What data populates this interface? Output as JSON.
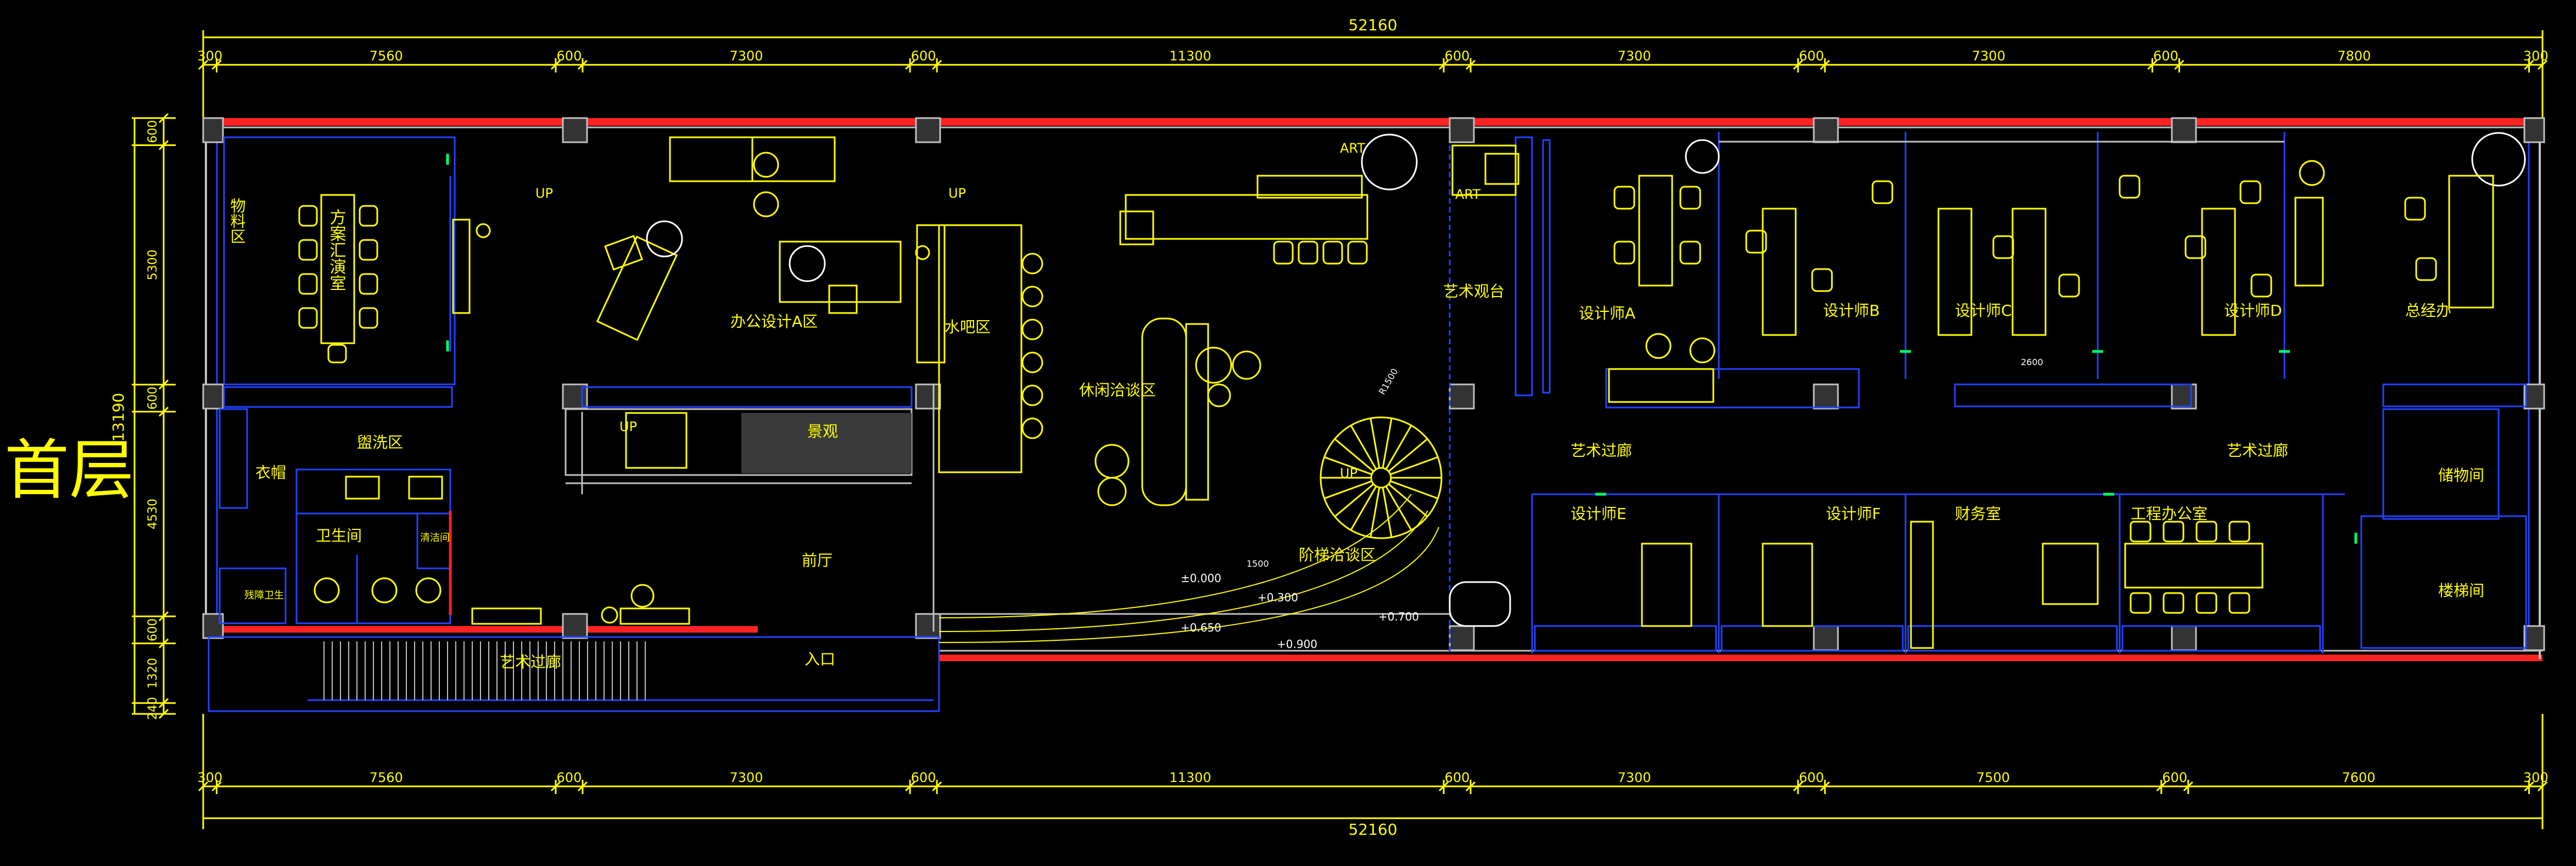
{
  "title": "首层",
  "colors": {
    "background": "#000000",
    "dimension": "#ffff00",
    "wall": "#c0c0c0",
    "exterior": "#ff2222",
    "partition": "#2244ff",
    "window": "#00ff66",
    "furniture": "#ffff00",
    "label": "#ffff00"
  },
  "dimensions": {
    "top_total": "52160",
    "top_segments": [
      "300",
      "7560",
      "600",
      "7300",
      "600",
      "11300",
      "600",
      "7300",
      "600",
      "7300",
      "600",
      "7800",
      "300"
    ],
    "bottom_total": "52160",
    "bottom_segments": [
      "300",
      "7560",
      "600",
      "7300",
      "600",
      "11300",
      "600",
      "7300",
      "600",
      "7500",
      "600",
      "7600",
      "300"
    ],
    "left_total": "13190",
    "left_segments": [
      "600",
      "5300",
      "600",
      "4530",
      "600",
      "1320",
      "240"
    ]
  },
  "rooms": {
    "materials": "物料区",
    "presentation": "方案汇演室",
    "office_a": "办公设计A区",
    "bar": "水吧区",
    "leisure": "休闲洽谈区",
    "art_wall": "艺术观台",
    "designer_a": "设计师A",
    "designer_b": "设计师B",
    "designer_c": "设计师C",
    "designer_d": "设计师D",
    "general_mgr": "总经办",
    "wash": "盥洗区",
    "cloak": "衣帽",
    "toilet": "卫生间",
    "cleaning": "清洁间",
    "handicap": "残障卫生",
    "scenery": "景观",
    "lobby": "前厅",
    "stair_area": "阶梯洽谈区",
    "art_corridor_left": "艺术过廊",
    "art_corridor_right": "艺术过廊",
    "art_corridor_bottom": "艺术过廊",
    "designer_e": "设计师E",
    "designer_f": "设计师F",
    "finance": "财务室",
    "engineering": "工程办公室",
    "storage": "储物间",
    "stairwell": "楼梯间",
    "entrance": "入口",
    "art_tag_1": "ART",
    "art_tag_2": "ART",
    "up_1": "UP",
    "up_2": "UP",
    "up_3": "UP",
    "up_4": "UP"
  },
  "elevations": {
    "e0": "±0.000",
    "e1": "+0.300",
    "e2": "+0.650",
    "e3": "+0.700",
    "e4": "+0.900",
    "d1": "1500",
    "d2": "2600",
    "d3": "R1500"
  }
}
